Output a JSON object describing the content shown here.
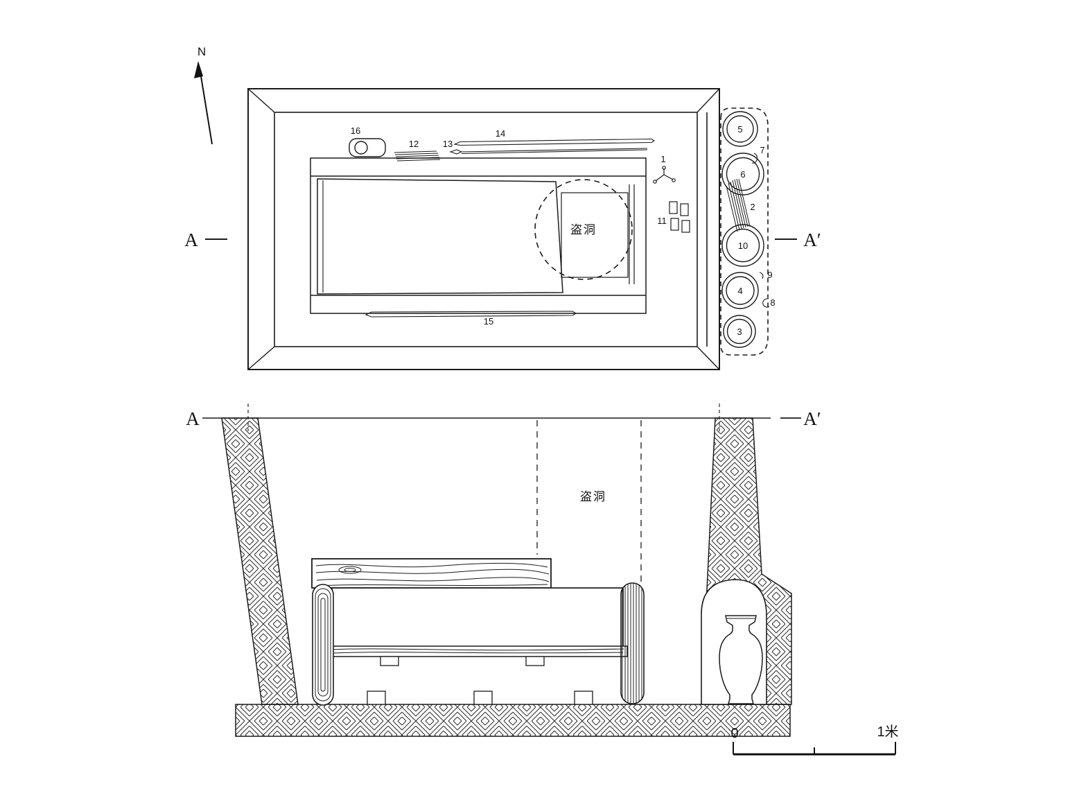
{
  "compass": {
    "north": "N"
  },
  "plan": {
    "a_left": "A",
    "a_right": "A′",
    "robber_hole": "盗洞",
    "artifacts": {
      "a1": "1",
      "a2": "2",
      "a3": "3",
      "a4": "4",
      "a5": "5",
      "a6": "6",
      "a7": "7",
      "a8": "8",
      "a9": "9",
      "a10": "10",
      "a11": "11",
      "a12": "12",
      "a13": "13",
      "a14": "14",
      "a15": "15",
      "a16": "16"
    }
  },
  "section": {
    "a_left": "A",
    "a_right": "A′",
    "robber_hole": "盗洞"
  },
  "scale_bar": {
    "zero": "0",
    "max": "1米"
  }
}
